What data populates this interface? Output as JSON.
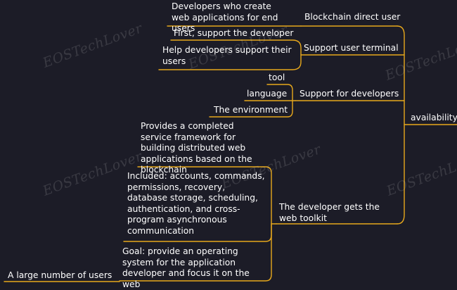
{
  "colors": {
    "background": "#1c1c27",
    "connector": "#e7a81c",
    "text": "#ffffff"
  },
  "watermark": "EOSTechLover",
  "mindmap": {
    "root": "availability",
    "branches": [
      {
        "label": "Blockchain direct user",
        "children": [
          "Developers who create web applications for end users"
        ]
      },
      {
        "label": "Support user terminal",
        "children": [
          "First, support the developer",
          "Help developers support their users"
        ]
      },
      {
        "label": "Support for developers",
        "children": [
          "tool",
          "language",
          "The environment"
        ]
      },
      {
        "label": "The developer gets the web toolkit",
        "children": [
          "Provides a completed service framework for building distributed web applications based on the blockchain",
          "Included: accounts, commands, permissions, recovery, database storage, scheduling, authentication, and cross-program asynchronous communication",
          "Goal: provide an operating system for the application developer and focus it on the web"
        ]
      }
    ],
    "extra": "A large number of users"
  }
}
